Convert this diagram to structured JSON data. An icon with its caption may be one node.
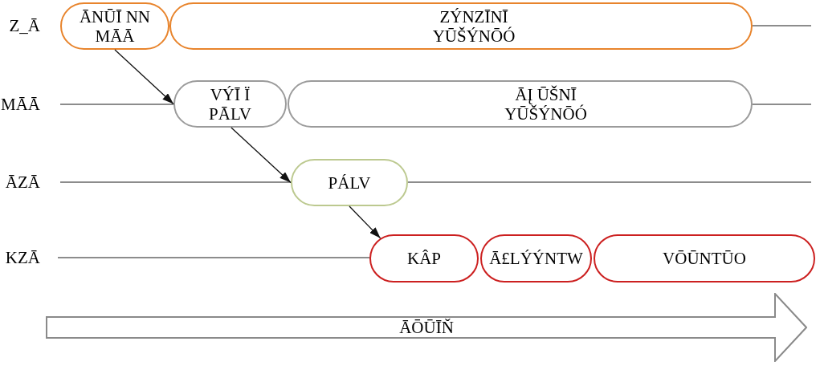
{
  "diagram": {
    "nodes": [
      {
        "text": [
          "ĀNŪĪ NN MĀĀ"
        ]
      },
      {
        "text": [
          "ZÝNZĪNĪ YŪŠÝNŌÓ"
        ]
      },
      {
        "text": [
          "VÝĪ Ï PĀLV"
        ]
      },
      {
        "text": [
          "ĀĮ ŪŠNĪ YŪŠÝNŌÓ"
        ]
      },
      {
        "text": [
          "PÁLV"
        ]
      },
      {
        "text": [
          "KÂP"
        ]
      },
      {
        "text": [
          "Ā£LÝÝNTW"
        ]
      },
      {
        "text": [
          "VŌŪNTŪO"
        ]
      },
      {
        "text": [
          "ĀŌŪĪŇ"
        ]
      }
    ],
    "edges": [
      {
        "from": 0,
        "to": 2,
        "arrow": "to"
      },
      {
        "from": 2,
        "to": 4,
        "arrow": "to"
      },
      {
        "from": 4,
        "to": 5,
        "arrow": "to"
      }
    ],
    "labels": [
      "Z_Ā",
      "MĀĀ",
      "ĀZĀ",
      "KZĀ"
    ]
  }
}
